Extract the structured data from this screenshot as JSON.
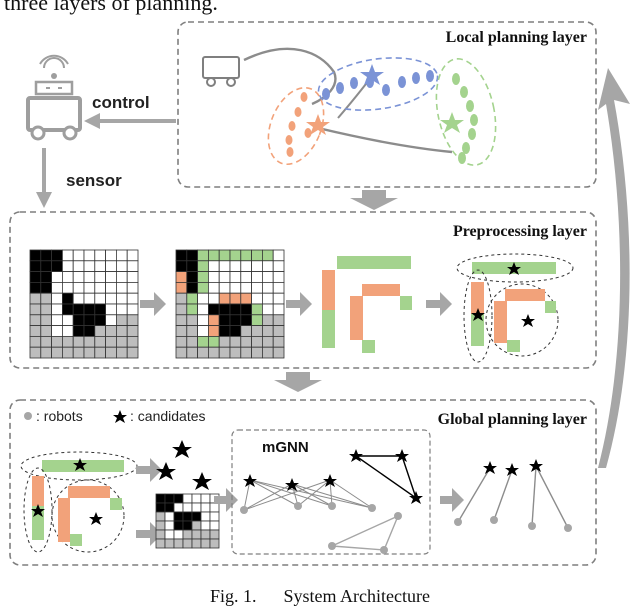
{
  "top_fragment": "three layers of planning.",
  "caption": "Fig. 1.      System Architecture",
  "layers": {
    "local": "Local planning layer",
    "preprocessing": "Preprocessing layer",
    "global": "Global planning layer"
  },
  "side_labels": {
    "control": "control",
    "sensor": "sensor"
  },
  "legend": {
    "robots": ": robots",
    "candidates": ": candidates"
  },
  "mgnn_label": "mGNN",
  "colors": {
    "blue": "#7b93d6",
    "orange": "#f2a27a",
    "green": "#a4d38e",
    "block": "#000000",
    "grey": "#bdbdbd",
    "arrow": "#a6a6a6",
    "frame": "#7f7f7f"
  },
  "icons": [
    "robot-icon",
    "vehicle-icon",
    "star-icon",
    "robot-dot-icon"
  ]
}
